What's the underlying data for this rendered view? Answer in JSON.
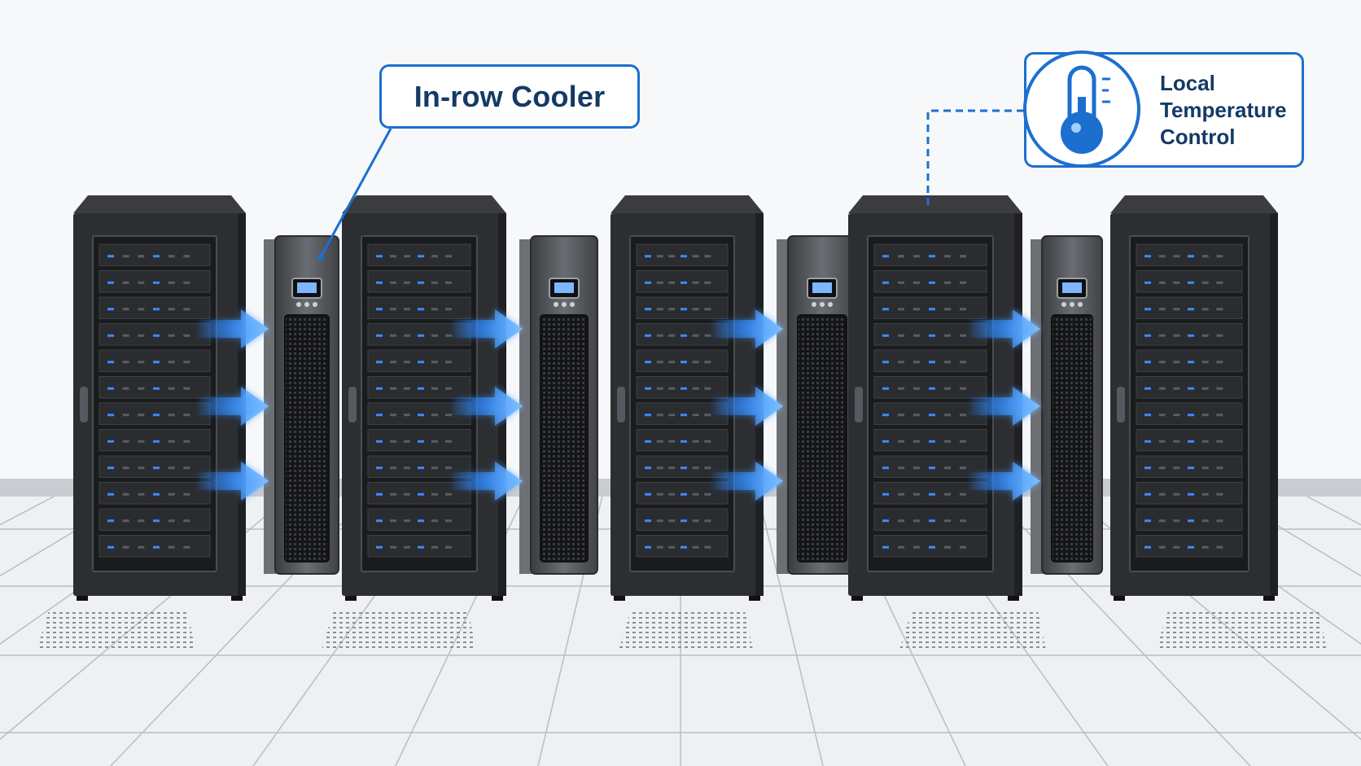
{
  "callouts": {
    "cooler": {
      "text": "In-row Cooler",
      "icon": "cooler-leader-line"
    },
    "temperature": {
      "lines": [
        "Local",
        "Temperature",
        "Control"
      ],
      "icon": "thermometer-icon"
    }
  },
  "row": {
    "units": [
      "server-rack",
      "in-row-cooler",
      "server-rack",
      "in-row-cooler",
      "server-rack",
      "in-row-cooler",
      "server-rack",
      "in-row-cooler",
      "server-rack"
    ],
    "rack_count": 5,
    "cooler_count": 4
  },
  "colors": {
    "accent": "#1c6fcf",
    "label_text": "#143a66",
    "rack_body": "#2c2e31",
    "rack_dark": "#1a1b1d",
    "cooler_body": "#55585c",
    "airflow": "#2f8bff",
    "floor": "#eef0f3",
    "wall": "#f7f8fa"
  }
}
